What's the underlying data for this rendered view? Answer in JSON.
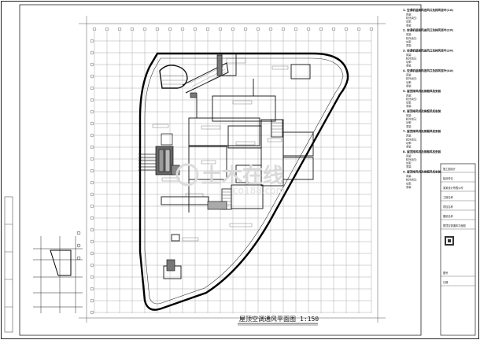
{
  "drawing": {
    "title": "屋顶空调通风平面图",
    "scale": "1:150"
  },
  "notes": {
    "items": [
      "1. 空调机组新风进风口及排风百叶(1#)",
      "2. 空调机组新风进风口及排风百叶(2#)",
      "3. 空调机组新风进风口及排风百叶(3#)",
      "4. 空调机组新风进风口及排风百叶(4#)",
      "5. 屋顶排风机及排烟风机安装",
      "6. 屋顶排风机及排烟风机安装",
      "7. 屋顶排风机及排烟风机安装",
      "8. 屋顶排风机及排烟风机安装",
      "9. 屋顶排风机及排烟风机安装"
    ],
    "detail_lines": [
      "风量: ",
      "机外余压: ",
      "功率: ",
      "重量: "
    ]
  },
  "title_block": {
    "rows": [
      "施工图设计",
      "建设单位",
      "某某设计有限公司",
      "工程名称",
      "项目名称",
      "图纸名称",
      "屋顶空调通风平面图",
      "图号",
      "日期"
    ]
  },
  "watermark": {
    "main": "土木在线",
    "sub": "co188.com"
  },
  "colors": {
    "line": "#1a1a1a",
    "grid": "#8a8a8a",
    "wall": "#000000",
    "hatch": "#9a9a9a",
    "watermark": "#d9d9d9"
  }
}
